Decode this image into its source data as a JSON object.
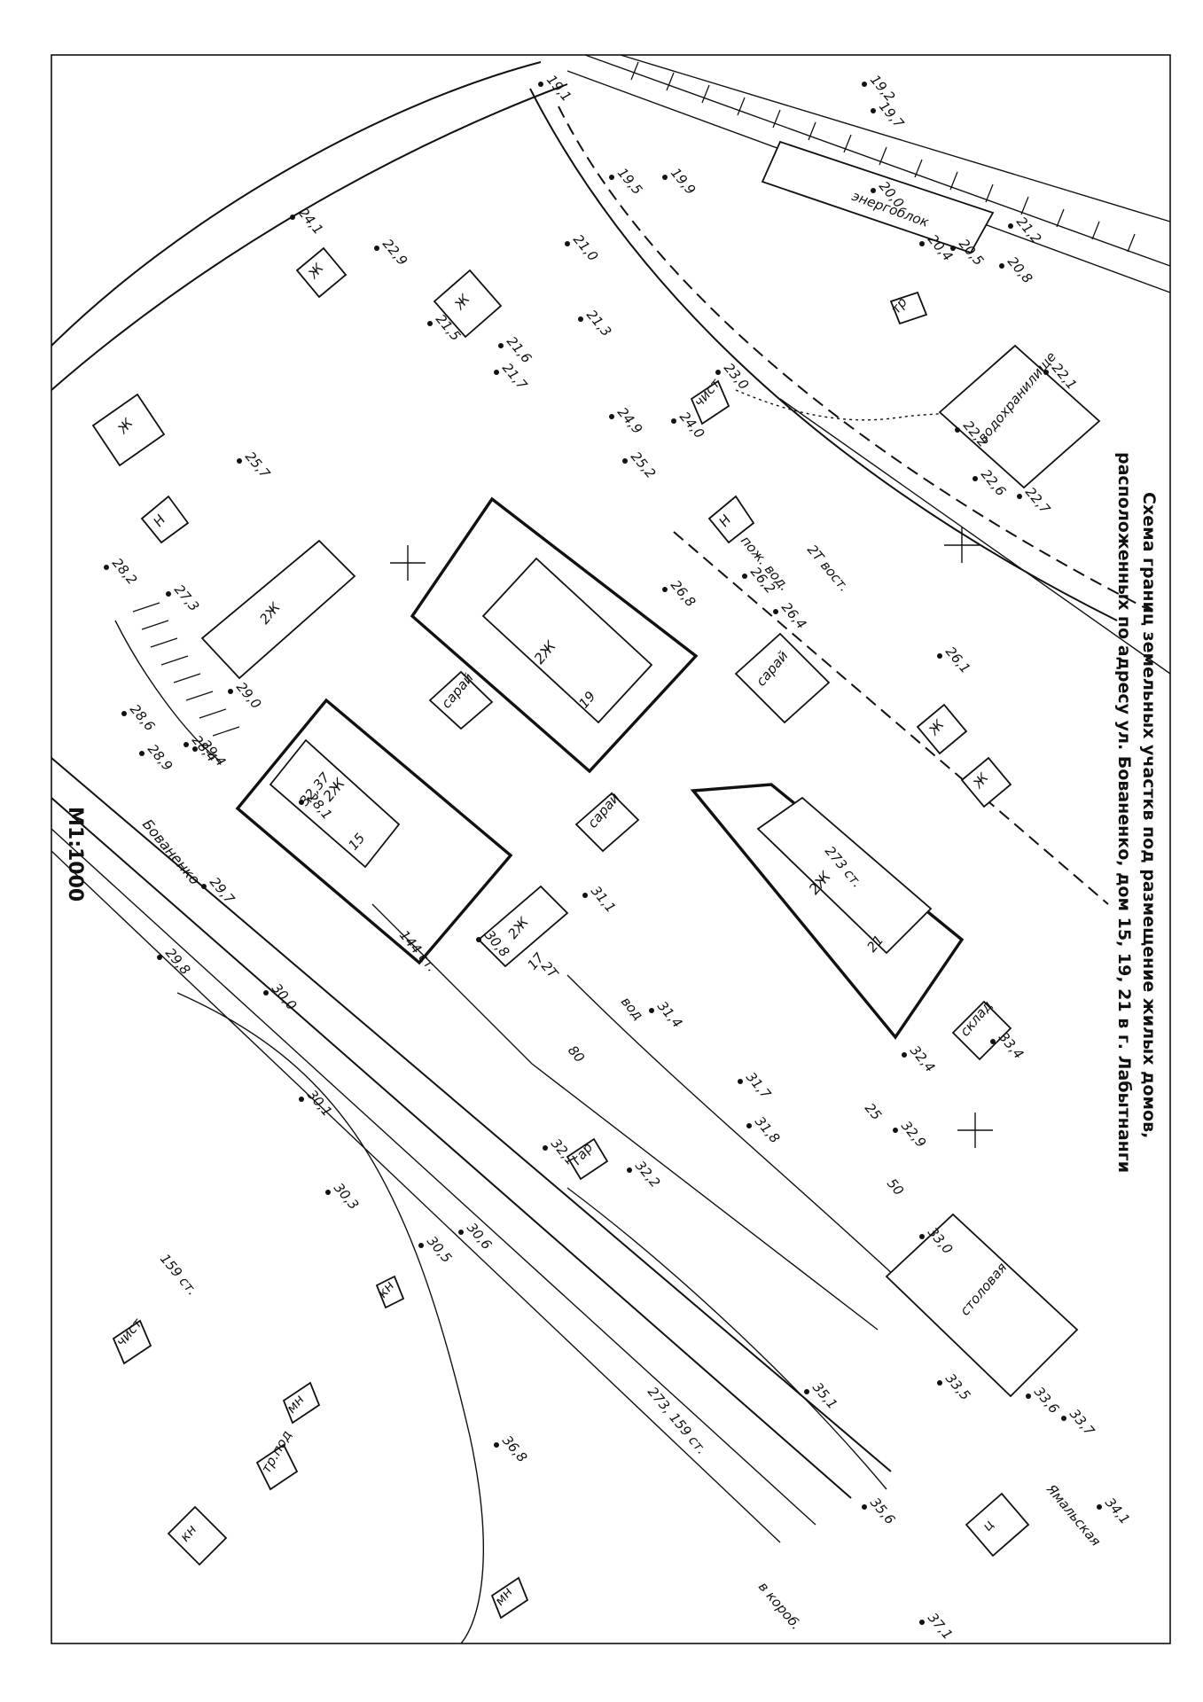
{
  "title_line1": "Схема границ земельных участкв под размещение жилых домов,",
  "title_line2": "расположенных по адресу ул. Бованенко, дом 15, 19, 21 в г. Лабытнанги",
  "scale": "М1:1000",
  "street_name": "Бованенко",
  "street_name_2": "Ямальская",
  "parcels": {
    "house15": {
      "label": "2Ж",
      "number": "15",
      "height": "32,37"
    },
    "house19": {
      "label": "2Ж",
      "number": "19"
    },
    "house21": {
      "label": "2Ж",
      "number": "21"
    }
  },
  "building_labels": {
    "zh": "Ж",
    "n": "Н",
    "two_zh": "2Ж",
    "saray": "сарай",
    "sklad": "склад",
    "stolovaya": "столовая",
    "vodokhranilishche": "водохранилище",
    "energoblok": "энергоблок",
    "tr": "тр",
    "kn": "кн",
    "mn": "мн",
    "c": "ц",
    "chist": "чист",
    "trpod": "тр.под",
    "house17": "17",
    "gar": "гар"
  },
  "network_labels": {
    "n_2t_vost": "2Т вост.",
    "n_273st": "273 ст.",
    "n_159st": "159 ст.",
    "n_144st": "144 ст.",
    "n_pozh_vod": "пож. вод.",
    "n_vod": "вод",
    "n_80": "80",
    "n_50": "50",
    "n_25": "25",
    "n_273_159": "273, 159 ст.",
    "n_2t": "2Т",
    "n_v_korob": "в короб."
  },
  "elevations": [
    "19,1",
    "19,2",
    "19,7",
    "19,5",
    "19,9",
    "20,0",
    "20,4",
    "20,5",
    "20,8",
    "21,0",
    "21,2",
    "21,3",
    "21,5",
    "21,6",
    "21,7",
    "22,1",
    "22,2",
    "22,6",
    "22,7",
    "22,9",
    "23,0",
    "24,0",
    "24,1",
    "24,9",
    "25,2",
    "25,7",
    "26,1",
    "26,2",
    "26,4",
    "26,8",
    "27,3",
    "28,1",
    "28,2",
    "28,4",
    "28,6",
    "28,9",
    "29,0",
    "29,4",
    "29,7",
    "29,8",
    "30,0",
    "30,1",
    "30,3",
    "30,5",
    "30,6",
    "30,8",
    "31,1",
    "31,4",
    "31,7",
    "31,8",
    "32,1",
    "32,2",
    "32,4",
    "32,9",
    "33,0",
    "33,4",
    "33,5",
    "33,6",
    "33,7",
    "34,1",
    "35,1",
    "35,6",
    "36,8",
    "37,1"
  ]
}
